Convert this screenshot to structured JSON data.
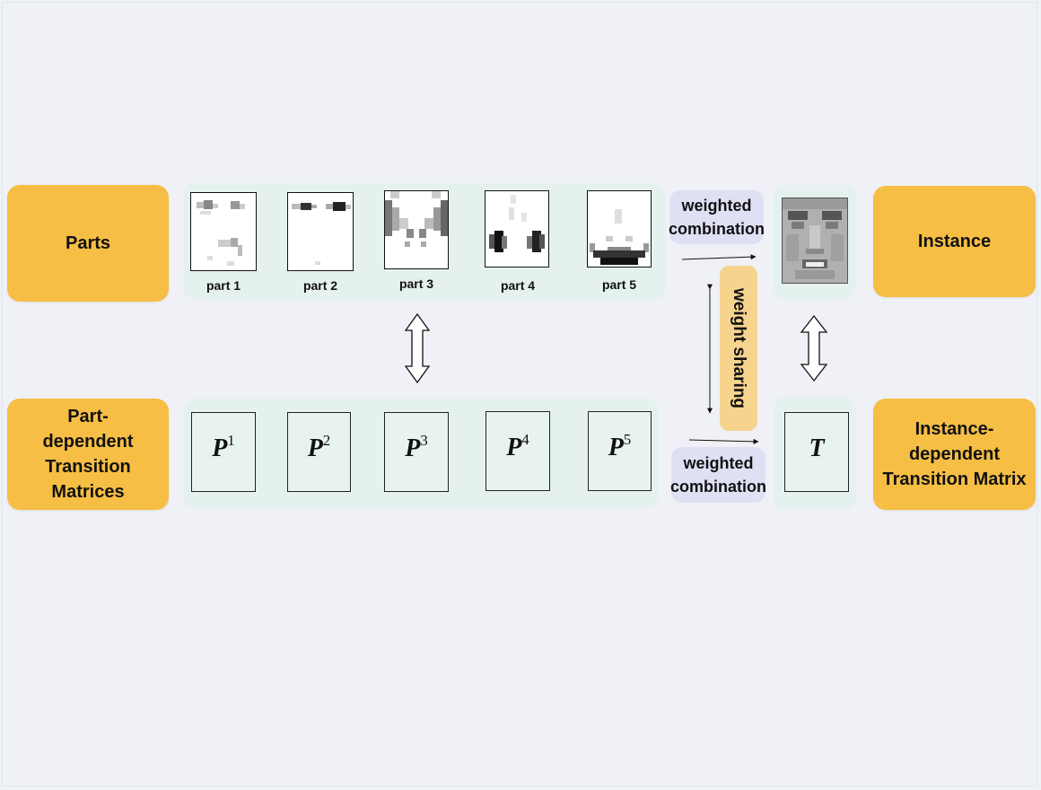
{
  "left_boxes": {
    "parts": "Parts",
    "part_dependent": [
      "Part-",
      "dependent",
      "Transition Matrices"
    ]
  },
  "right_boxes": {
    "instance": "Instance",
    "instance_dependent": [
      "Instance-",
      "dependent",
      "Transition Matrix"
    ]
  },
  "parts": [
    {
      "label": "part 1",
      "image": "face-part-1"
    },
    {
      "label": "part 2",
      "image": "face-part-2"
    },
    {
      "label": "part 3",
      "image": "face-part-3"
    },
    {
      "label": "part 4",
      "image": "face-part-4"
    },
    {
      "label": "part 5",
      "image": "face-part-5"
    }
  ],
  "matrices": [
    {
      "symbol": "P",
      "sup": "1"
    },
    {
      "symbol": "P",
      "sup": "2"
    },
    {
      "symbol": "P",
      "sup": "3"
    },
    {
      "symbol": "P",
      "sup": "4"
    },
    {
      "symbol": "P",
      "sup": "5"
    }
  ],
  "instance_matrix": {
    "symbol": "T"
  },
  "combination_top": [
    "weighted",
    "combination"
  ],
  "combination_bottom": [
    "weighted",
    "combination"
  ],
  "weight_sharing": "weight sharing",
  "instance_image": "face-instance",
  "colors": {
    "side_box": "#f6be44",
    "panel": "#e5f1ef",
    "combination": "#dfe0f3",
    "weight_sharing": "#f6d48e",
    "background": "#eef1f6"
  }
}
